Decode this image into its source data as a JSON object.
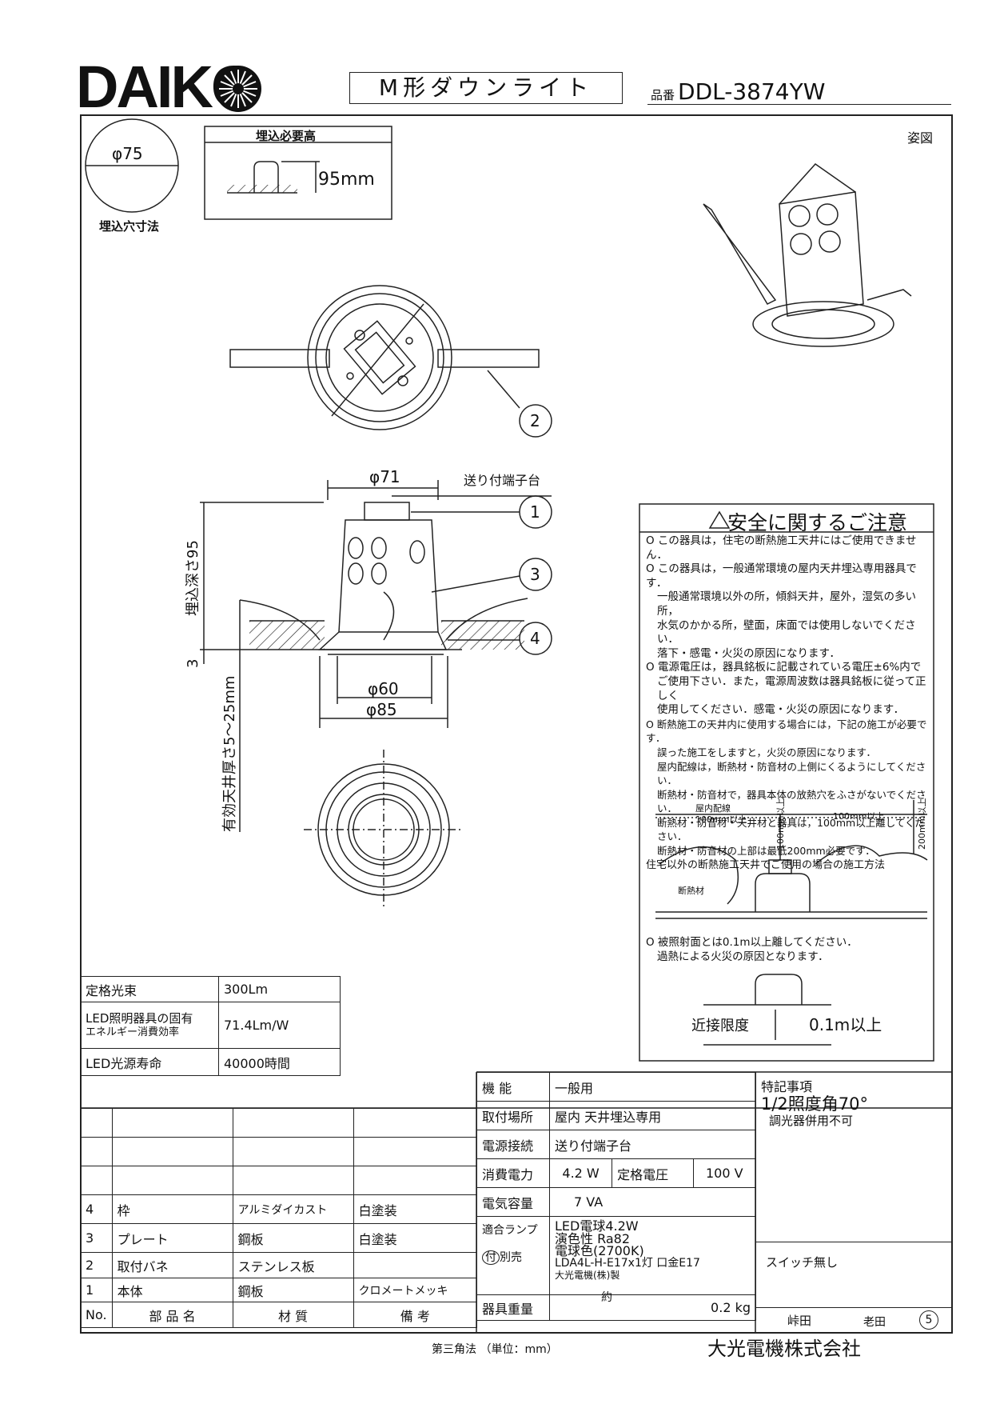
{
  "header": {
    "brand": "DAIKO",
    "title": "M形ダウンライト",
    "part_prefix": "品番",
    "part_number": "DDL-3874YW"
  },
  "drawing": {
    "cutout_diameter": "φ75",
    "cutout_caption": "埋込穴寸法",
    "required_height_title": "埋込必要高",
    "required_height_value": "95mm",
    "view_label": "姿図",
    "dim_71": "φ71",
    "dim_60": "φ60",
    "dim_85": "φ85",
    "terminal_label": "送り付端子台",
    "depth_label": "埋込深さ95",
    "dim_3": "3",
    "ceiling_label": "有効天井厚さ5～25mm",
    "callouts": [
      "1",
      "2",
      "3",
      "4"
    ]
  },
  "safety": {
    "title": "安全に関するご注意",
    "lines": [
      "O この器具は，住宅の断熱施工天井にはご使用できません．",
      "O この器具は，一般通常環境の屋内天井埋込専用器具です．",
      "一般通常環境以外の所，傾斜天井，屋外，湿気の多い所，",
      "水気のかかる所，壁面，床面では使用しないでください．",
      "落下・感電・火災の原因になります．",
      "O 電源電圧は，器具銘板に記載されている電圧±6%内で",
      "ご使用下さい．また，電源周波数は器具銘板に従って正しく",
      "使用してください．感電・火災の原因になります．",
      "O 断熱施工の天井内に使用する場合には，下記の施工が必要です．",
      "誤った施工をしますと，火災の原因になります．",
      "屋内配線は，断熱材・防音材の上側にくるようにしてください．",
      "断熱材・防音材で，器具本体の放熱穴をふさがないでください．",
      "断熱材・防音材・天井材と器具は，100mm以上離してください．",
      "断熱材・防音材の上部は最低200mm必要です．"
    ],
    "method_title": "住宅以外の断熱施工天井でご使用の場合の施工方法",
    "wiring_label": "屋内配線",
    "d100a": "100mm以上",
    "d100b": "100mm以上",
    "d100c": "100mm以上",
    "d200": "200mm以上",
    "insulation_label": "断熱材",
    "lamp_lines": [
      "O 被照射面とは0.1m以上離してください．",
      "過熱による火災の原因となります．"
    ],
    "proximity_label": "近接限度",
    "proximity_value": "0.1m以上"
  },
  "performance": [
    {
      "label": "定格光束",
      "value": "300Lm"
    },
    {
      "label": "LED照明器具の固有",
      "label2": "エネルギー消費効率",
      "value": "71.4Lm/W"
    },
    {
      "label": "LED光源寿命",
      "value": "40000時間"
    }
  ],
  "parts": [
    {
      "no": "4",
      "name": "枠",
      "material": "アルミダイカスト",
      "note": "白塗装"
    },
    {
      "no": "3",
      "name": "プレート",
      "material": "鋼板",
      "note": "白塗装"
    },
    {
      "no": "2",
      "name": "取付バネ",
      "material": "ステンレス板",
      "note": ""
    },
    {
      "no": "1",
      "name": "本体",
      "material": "鋼板",
      "note": "クロメートメッキ"
    }
  ],
  "parts_header": {
    "no": "No.",
    "name": "部 品 名",
    "material": "材 質",
    "note": "備 考"
  },
  "specs": {
    "function_label": "機 能",
    "function": "一般用",
    "mount_label": "取付場所",
    "mount": "屋内 天井埋込専用",
    "power_label": "電源接続",
    "power": "送り付端子台",
    "consumption_label": "消費電力",
    "consumption": "4.2 W",
    "voltage_label": "定格電圧",
    "voltage": "100 V",
    "capacity_label": "電気容量",
    "capacity": "7 VA",
    "lamp_label": "適合ランプ",
    "lamp_lines": [
      "LED電球4.2W",
      "演色性 Ra82",
      "電球色(2700K)",
      "LDA4L-H-E17x1灯 口金E17",
      "大光電機(株)製"
    ],
    "sold_label_circle": "付",
    "sold_label": "別売",
    "weight_label": "器具重量",
    "weight_prefix": "約",
    "weight": "0.2 kg"
  },
  "remarks": {
    "title": "特記事項",
    "line1": "1/2照度角70°",
    "line2": "調光器併用不可",
    "switch": "スイッチ無し",
    "sign1": "峠田",
    "sign2": "老田",
    "rev": "5"
  },
  "footer": {
    "projection": "第三角法 （単位：mm）",
    "company": "大光電機株式会社"
  }
}
